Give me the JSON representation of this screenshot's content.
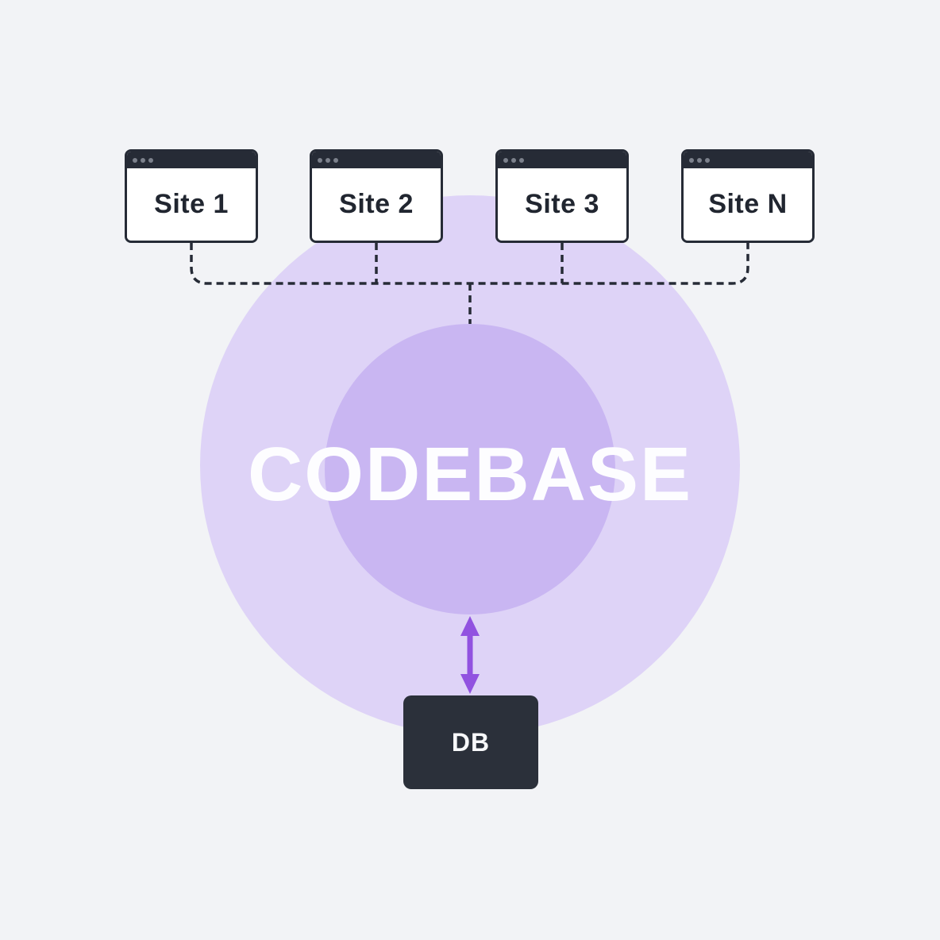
{
  "diagram": {
    "sites": [
      {
        "label": "Site 1"
      },
      {
        "label": "Site 2"
      },
      {
        "label": "Site 3"
      },
      {
        "label": "Site N"
      }
    ],
    "codebase_label": "CODEBASE",
    "db_label": "DB",
    "colors": {
      "background": "#f2f3f6",
      "outer_circle": "#ded3f7",
      "inner_circle": "#c9b6f2",
      "window_dark": "#262b36",
      "window_dot": "#7c818c",
      "site_label_text": "#212630",
      "codebase_text": "#fdfdff",
      "connector_dash": "#262b36",
      "arrow": "#9152e0",
      "db_box": "#2b303a",
      "db_text": "#f7f8fa"
    }
  }
}
